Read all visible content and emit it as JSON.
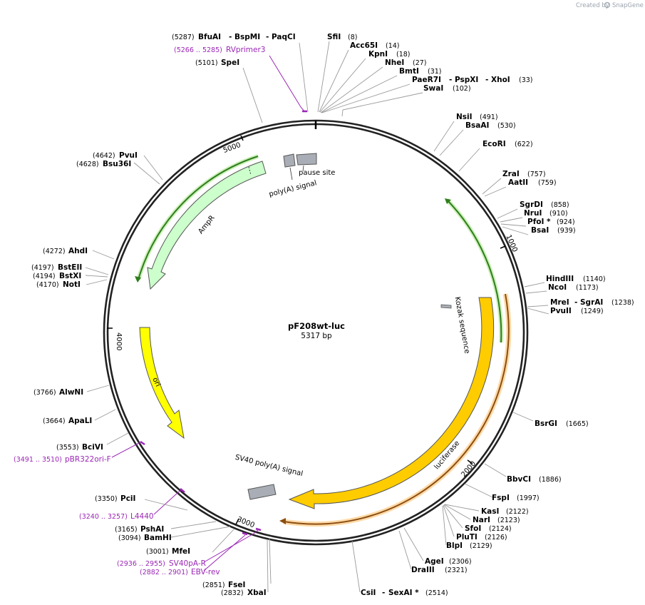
{
  "watermark": {
    "prefix": "Created by",
    "brand": "SnapGene"
  },
  "plasmid": {
    "name": "pF208wt-luc",
    "length": "5317 bp"
  },
  "ticks": [
    "1000",
    "2000",
    "3000",
    "4000",
    "5000"
  ],
  "features": {
    "ampr": "AmpR",
    "ori": "ori",
    "luciferase": "luciferase",
    "polya": "poly(A) signal",
    "pause": "pause site",
    "sv40polya": "SV40 poly(A) signal",
    "kozak": "Kozak sequence"
  },
  "sites": {
    "spei": {
      "pos": "(5101)",
      "name": "SpeI"
    },
    "bfuai": {
      "pos": "(5287)",
      "name": "BfuAI"
    },
    "bspmi": "BspMI",
    "paqci": "PaqCI",
    "sfii": {
      "name": "SfiI",
      "pos": "(8)"
    },
    "acc65i": {
      "name": "Acc65I",
      "pos": "(14)"
    },
    "kpni": {
      "name": "KpnI",
      "pos": "(18)"
    },
    "nhei": {
      "name": "NheI",
      "pos": "(27)"
    },
    "bmti": {
      "name": "BmtI",
      "pos": "(31)"
    },
    "paer7i": "PaeR7I",
    "pspxi": "PspXI",
    "xhoi": {
      "name": "XhoI",
      "pos": "(33)"
    },
    "swai": {
      "name": "SwaI",
      "pos": "(102)"
    },
    "nsii": {
      "name": "NsiI",
      "pos": "(491)"
    },
    "bsaai": {
      "name": "BsaAI",
      "pos": "(530)"
    },
    "ecori": {
      "name": "EcoRI",
      "pos": "(622)"
    },
    "zrai": {
      "name": "ZraI",
      "pos": "(757)"
    },
    "aatii": {
      "name": "AatII",
      "pos": "(759)"
    },
    "sgrdi": {
      "name": "SgrDI",
      "pos": "(858)"
    },
    "nrui": {
      "name": "NruI",
      "pos": "(910)"
    },
    "pfoi": {
      "name": "PfoI *",
      "pos": "(924)"
    },
    "bsai": {
      "name": "BsaI",
      "pos": "(939)"
    },
    "hindiii": {
      "name": "HindIII",
      "pos": "(1140)"
    },
    "ncoi": {
      "name": "NcoI",
      "pos": "(1173)"
    },
    "mrei": "MreI",
    "sgrai": {
      "name": "SgrAI",
      "pos": "(1238)"
    },
    "pvuii": {
      "name": "PvuII",
      "pos": "(1249)"
    },
    "bsrgi": {
      "name": "BsrGI",
      "pos": "(1665)"
    },
    "bbvci": {
      "name": "BbvCI",
      "pos": "(1886)"
    },
    "fspi": {
      "name": "FspI",
      "pos": "(1997)"
    },
    "kasi": {
      "name": "KasI",
      "pos": "(2122)"
    },
    "nari": {
      "name": "NarI",
      "pos": "(2123)"
    },
    "sfoi": {
      "name": "SfoI",
      "pos": "(2124)"
    },
    "pluti": {
      "name": "PluTI",
      "pos": "(2126)"
    },
    "blpi": {
      "name": "BlpI",
      "pos": "(2129)"
    },
    "agei": {
      "name": "AgeI",
      "pos": "(2306)"
    },
    "draiii": {
      "name": "DraIII",
      "pos": "(2321)"
    },
    "csii": "CsiI",
    "sexai": {
      "name": "SexAI *",
      "pos": "(2514)"
    },
    "xbai": {
      "pos": "(2832)",
      "name": "XbaI"
    },
    "fsei": {
      "pos": "(2851)",
      "name": "FseI"
    },
    "mfei": {
      "pos": "(3001)",
      "name": "MfeI"
    },
    "bamhi": {
      "pos": "(3094)",
      "name": "BamHI"
    },
    "pshai": {
      "pos": "(3165)",
      "name": "PshAI"
    },
    "pcii": {
      "pos": "(3350)",
      "name": "PciI"
    },
    "bcivi": {
      "pos": "(3553)",
      "name": "BciVI"
    },
    "apali": {
      "pos": "(3664)",
      "name": "ApaLI"
    },
    "alwni": {
      "pos": "(3766)",
      "name": "AlwNI"
    },
    "noti": {
      "pos": "(4170)",
      "name": "NotI"
    },
    "bstxi": {
      "pos": "(4194)",
      "name": "BstXI"
    },
    "bsteii": {
      "pos": "(4197)",
      "name": "BstEII"
    },
    "ahdi": {
      "pos": "(4272)",
      "name": "AhdI"
    },
    "bsu36i": {
      "pos": "(4628)",
      "name": "Bsu36I"
    },
    "pvui": {
      "pos": "(4642)",
      "name": "PvuI"
    }
  },
  "primers": {
    "rvprimer3": {
      "pos": "(5266 .. 5285)",
      "name": "RVprimer3"
    },
    "pbr322ori": {
      "pos": "(3491 .. 3510)",
      "name": "pBR322ori-F"
    },
    "l4440": {
      "pos": "(3240 .. 3257)",
      "name": "L4440"
    },
    "sv40pa": {
      "pos": "(2936 .. 2955)",
      "name": "SV40pA-R"
    },
    "ebvrev": {
      "pos": "(2882 .. 2901)",
      "name": "EBV-rev"
    }
  },
  "colors": {
    "backbone": "#222222",
    "ampr": "#ccffcc",
    "ori": "#ffff00",
    "luciferase": "#ffcc00",
    "polya": "#a9aeb6",
    "primer": "#9b26b6",
    "orf_green": "#2e7d1e",
    "orf_orange": "#8a4e12"
  }
}
